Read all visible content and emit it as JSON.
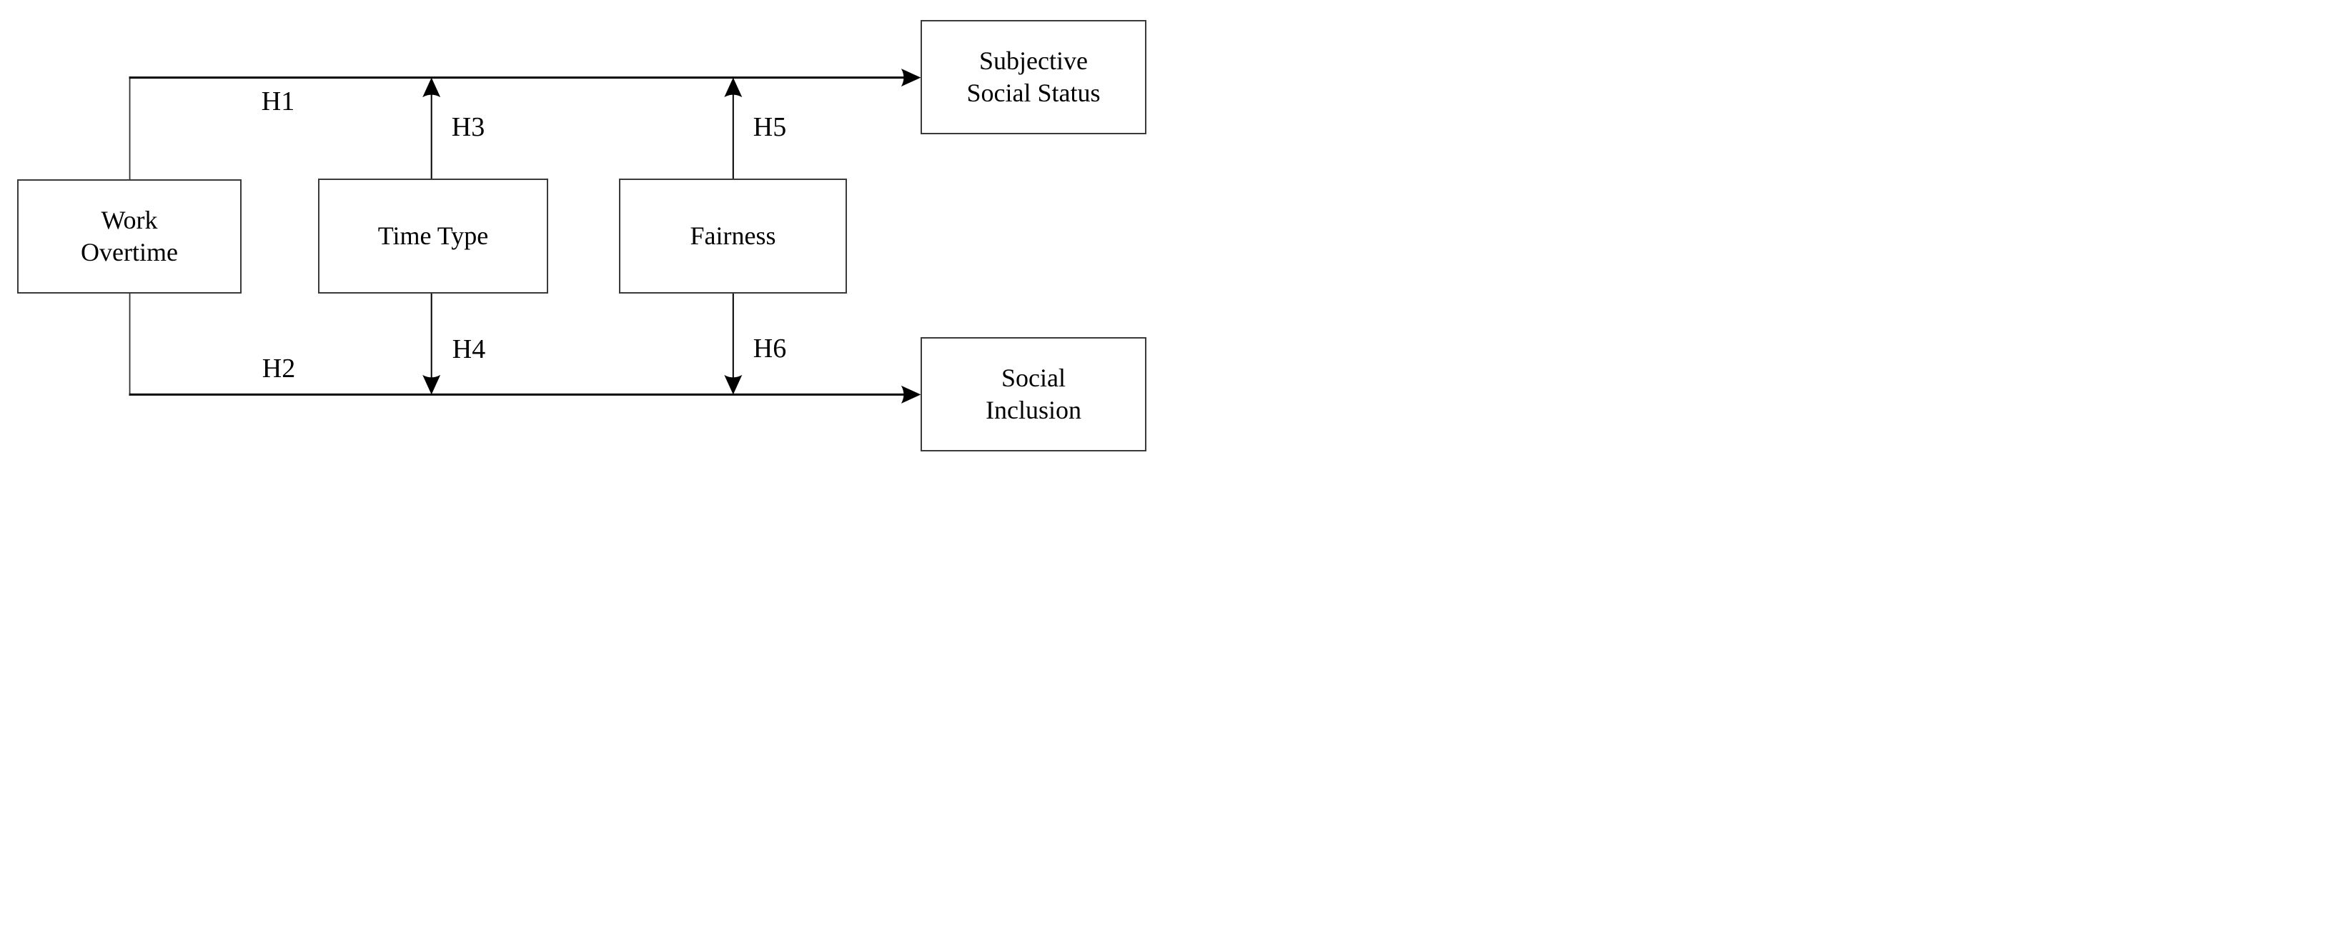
{
  "diagram": {
    "background_color": "#ffffff",
    "box_border_color": "#3a3a3a",
    "line_color": "#000000",
    "connector_color": "#303030",
    "text_color": "#000000"
  },
  "nodes": {
    "work_overtime": {
      "label": "Work Overtime",
      "lines": [
        "Work",
        "Overtime"
      ]
    },
    "time_type": {
      "label": "Time Type",
      "lines": [
        "Time Type"
      ]
    },
    "fairness": {
      "label": "Fairness",
      "lines": [
        "Fairness"
      ]
    },
    "subjective_social_status": {
      "label": "Subjective Social Status",
      "lines": [
        "Subjective",
        "Social Status"
      ]
    },
    "social_inclusion": {
      "label": "Social Inclusion",
      "lines": [
        "Social",
        "Inclusion"
      ]
    }
  },
  "edges": [
    {
      "label": "H1",
      "from": "work_overtime",
      "to": "subjective_social_status"
    },
    {
      "label": "H2",
      "from": "work_overtime",
      "to": "social_inclusion"
    },
    {
      "label": "H3",
      "from": "time_type",
      "to": "h1_path"
    },
    {
      "label": "H4",
      "from": "time_type",
      "to": "h2_path"
    },
    {
      "label": "H5",
      "from": "fairness",
      "to": "h1_path"
    },
    {
      "label": "H6",
      "from": "fairness",
      "to": "h2_path"
    }
  ]
}
